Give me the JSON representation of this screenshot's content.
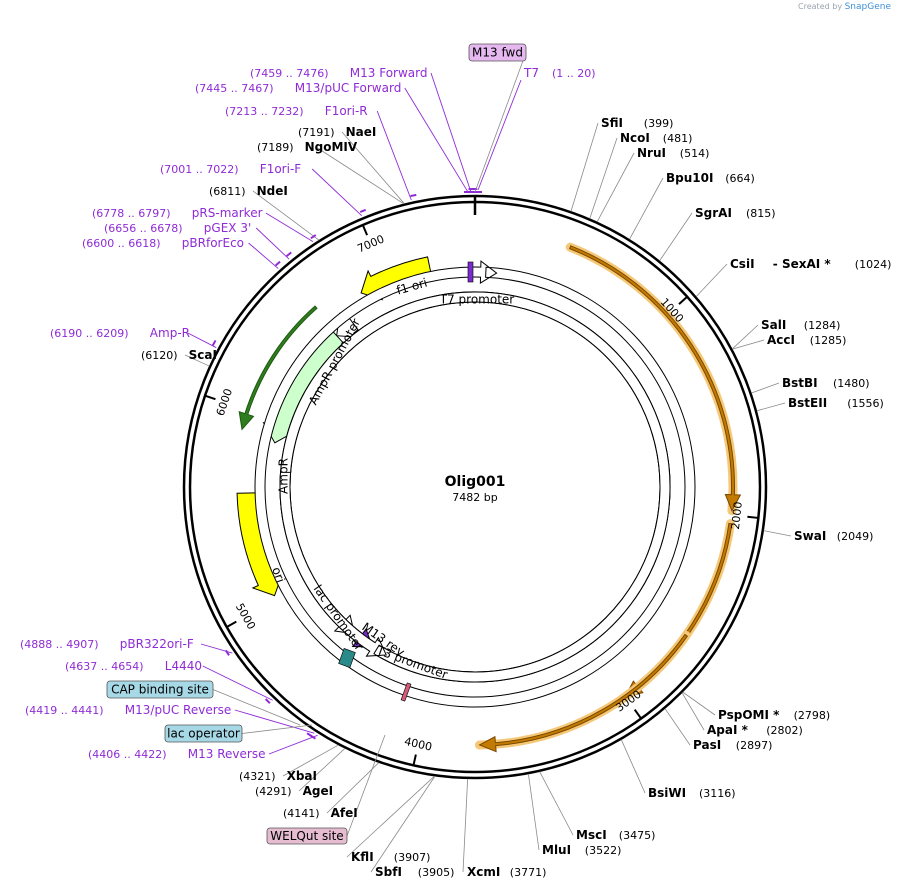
{
  "credit": {
    "prefix": "Created by",
    "brand": "SnapGene"
  },
  "plasmid": {
    "name": "Olig001",
    "length_label": "7482 bp"
  },
  "ticks": [
    "1000",
    "2000",
    "3000",
    "4000",
    "5000",
    "6000",
    "7000"
  ],
  "features": [
    {
      "label": "f1 ori",
      "color": "#ffff00"
    },
    {
      "label": "AmpR promoter",
      "color": "#ffffff"
    },
    {
      "label": "AmpR",
      "color": "#ccffcc"
    },
    {
      "label": "ori",
      "color": "#ffff00"
    },
    {
      "label": "T7 promoter",
      "color": "#ffffff"
    },
    {
      "label": "lac promoter",
      "color": "#ffffff"
    },
    {
      "label": "M13 rev",
      "color": "#ffffff"
    },
    {
      "label": "T3 promoter",
      "color": "#ffffff"
    }
  ],
  "enzymes": [
    {
      "name": "SfiI",
      "pos": "(399)"
    },
    {
      "name": "NcoI",
      "pos": "(481)"
    },
    {
      "name": "NruI",
      "pos": "(514)"
    },
    {
      "name": "Bpu10I",
      "pos": "(664)"
    },
    {
      "name": "SgrAI",
      "pos": "(815)"
    },
    {
      "name": "CsiI",
      "name2": "SexAI *",
      "pos": "(1024)"
    },
    {
      "name": "SalI",
      "pos": "(1284)"
    },
    {
      "name": "AccI",
      "pos": "(1285)"
    },
    {
      "name": "BstBI",
      "pos": "(1480)"
    },
    {
      "name": "BstEII",
      "pos": "(1556)"
    },
    {
      "name": "SwaI",
      "pos": "(2049)"
    },
    {
      "name": "PspOMI *",
      "pos": "(2798)"
    },
    {
      "name": "ApaI *",
      "pos": "(2802)"
    },
    {
      "name": "PasI",
      "pos": "(2897)"
    },
    {
      "name": "BsiWI",
      "pos": "(3116)"
    },
    {
      "name": "MscI",
      "pos": "(3475)"
    },
    {
      "name": "MluI",
      "pos": "(3522)"
    },
    {
      "name": "XcmI",
      "pos": "(3771)"
    },
    {
      "name": "SbfI",
      "pos": "(3905)"
    },
    {
      "name": "KflI",
      "pos": "(3907)"
    },
    {
      "name": "AfeI",
      "pos": "(4141)"
    },
    {
      "name": "AgeI",
      "pos": "(4291)"
    },
    {
      "name": "XbaI",
      "pos": "(4321)"
    },
    {
      "name": "ScaI",
      "pos": "(6120)"
    },
    {
      "name": "NdeI",
      "pos": "(6811)"
    },
    {
      "name": "NgoMIV",
      "pos": "(7189)"
    },
    {
      "name": "NaeI",
      "pos": "(7191)"
    }
  ],
  "primers": [
    {
      "range": "(7459 .. 7476)",
      "name": "M13 Forward"
    },
    {
      "range": "(7445 .. 7467)",
      "name": "M13/pUC Forward"
    },
    {
      "range": "(7213 .. 7232)",
      "name": "F1ori-R"
    },
    {
      "range": "(7001 .. 7022)",
      "name": "F1ori-F"
    },
    {
      "range": "(6778 .. 6797)",
      "name": "pRS-marker"
    },
    {
      "range": "(6656 .. 6678)",
      "name": "pGEX 3'"
    },
    {
      "range": "(6600 .. 6618)",
      "name": "pBRforEco"
    },
    {
      "range": "(6190 .. 6209)",
      "name": "Amp-R"
    },
    {
      "range": "(4888 .. 4907)",
      "name": "pBR322ori-F"
    },
    {
      "range": "(4637 .. 4654)",
      "name": "L4440"
    },
    {
      "range": "(4419 .. 4441)",
      "name": "M13/pUC Reverse"
    },
    {
      "range": "(4406 .. 4422)",
      "name": "M13 Reverse"
    },
    {
      "range": "(1 .. 20)",
      "name": "T7"
    }
  ],
  "boxes": [
    {
      "label": "M13 fwd",
      "color": "#e6b8f0"
    },
    {
      "label": "CAP binding site",
      "color": "#a6d8e6"
    },
    {
      "label": "lac operator",
      "color": "#a6d8e6"
    },
    {
      "label": "WELQut site",
      "color": "#e6bcd0"
    }
  ]
}
